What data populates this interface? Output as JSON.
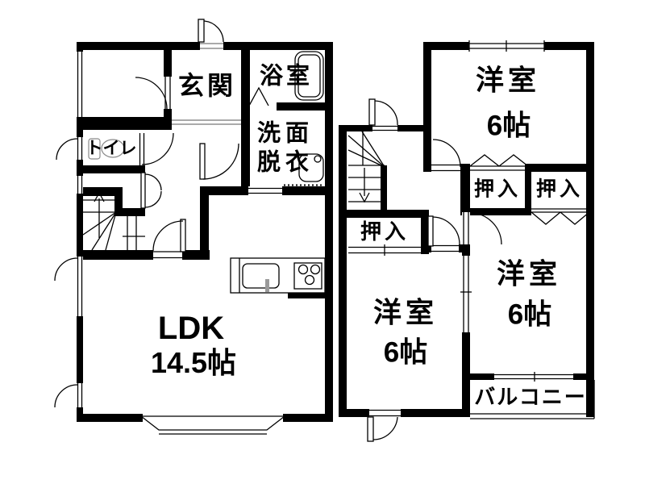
{
  "title": "2-story house floor plan",
  "floor1": {
    "entrance_label": "玄関",
    "bathroom_label": "浴室",
    "toilet_label": "トイレ",
    "washroom_label_line1": "洗面",
    "washroom_label_line2": "脱衣",
    "ldk_label": "LDK",
    "ldk_size": "14.5帖"
  },
  "floor2": {
    "room_top_label": "洋室",
    "room_top_size": "6帖",
    "closet_top_left_label": "押入",
    "closet_top_right_label": "押入",
    "closet_stairs_label": "押入",
    "room_left_label": "洋室",
    "room_left_size": "6帖",
    "room_right_label": "洋室",
    "room_right_size": "6帖",
    "balcony_label": "バルコニー"
  },
  "colors": {
    "wall": "#000000",
    "background": "#ffffff",
    "fixture_gray": "#8a8a8a"
  }
}
